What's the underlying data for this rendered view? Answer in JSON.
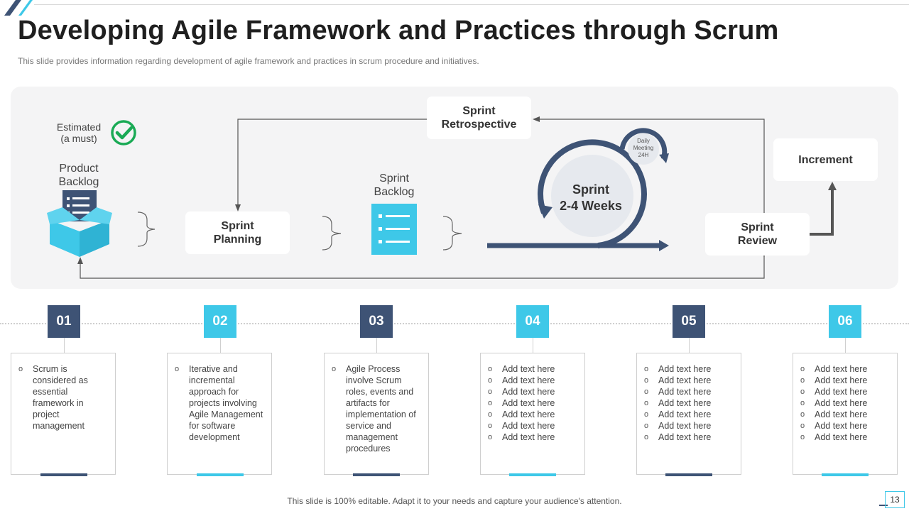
{
  "slide": {
    "title": "Developing Agile Framework and Practices through Scrum",
    "subtitle": "This slide provides information regarding development of agile framework and practices in scrum procedure and initiatives.",
    "footer": "This slide is 100% editable. Adapt it to your needs and capture your audience's attention.",
    "page_number": "13"
  },
  "diagram": {
    "estimated": "Estimated\n(a must)",
    "product_backlog": "Product\nBacklog",
    "sprint_planning": "Sprint\nPlanning",
    "sprint_backlog": "Sprint\nBacklog",
    "sprint_retrospective": "Sprint\nRetrospective",
    "sprint_cycle": "Sprint\n2-4 Weeks",
    "daily_meeting": "Daily\nMeeting\n24H",
    "sprint_review": "Sprint\nReview",
    "increment": "Increment"
  },
  "steps": [
    {
      "number": "01",
      "items": [
        "Scrum is considered as essential framework in project management"
      ]
    },
    {
      "number": "02",
      "items": [
        "Iterative and incremental approach for projects involving Agile Management for software development"
      ]
    },
    {
      "number": "03",
      "items": [
        "Agile Process involve Scrum roles, events and artifacts for implementation of service and management procedures"
      ]
    },
    {
      "number": "04",
      "items": [
        "Add text here",
        "Add text here",
        "Add text here",
        "Add text here",
        "Add text here",
        "Add text here",
        "Add text here"
      ]
    },
    {
      "number": "05",
      "items": [
        "Add text here",
        "Add text here",
        "Add text here",
        "Add text here",
        "Add text here",
        "Add text here",
        "Add text here"
      ]
    },
    {
      "number": "06",
      "items": [
        "Add text here",
        "Add text here",
        "Add text here",
        "Add text here",
        "Add text here",
        "Add text here",
        "Add text here"
      ]
    }
  ],
  "colors": {
    "dark": "#3e5375",
    "light": "#3ec8e8",
    "check": "#1aaa55"
  }
}
